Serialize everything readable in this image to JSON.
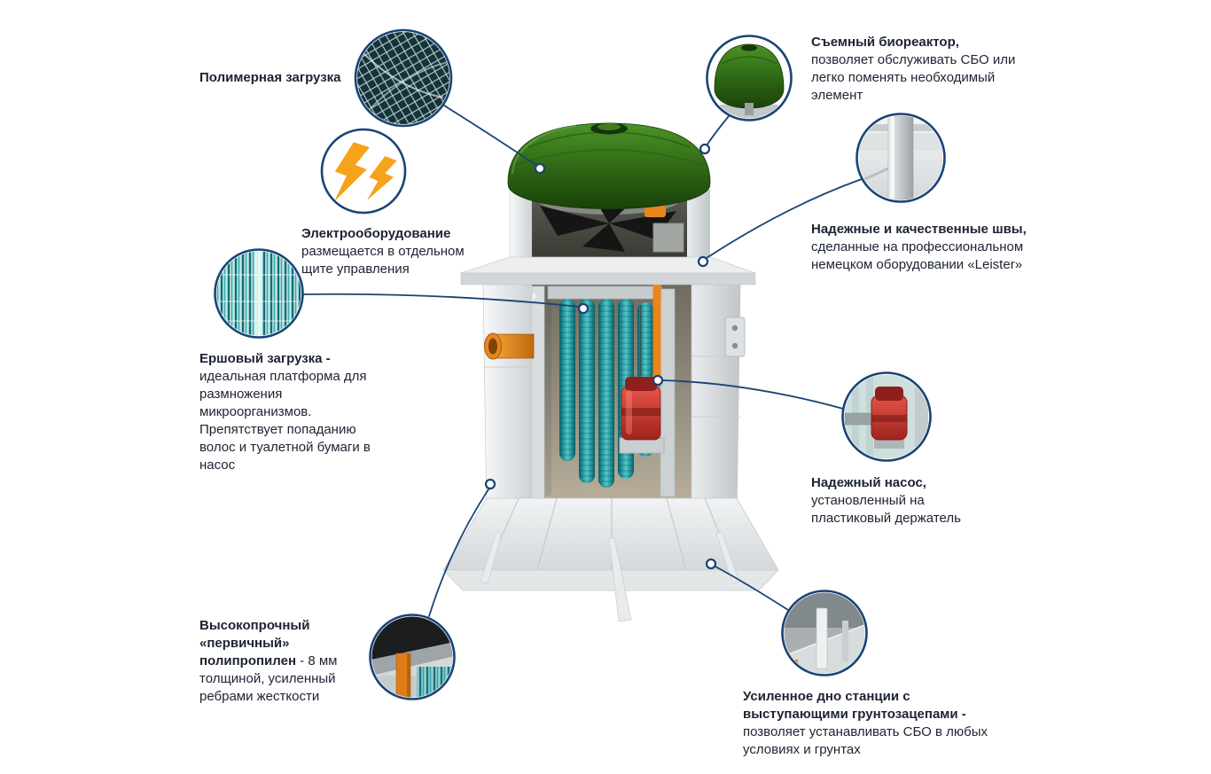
{
  "page": {
    "background": "#ffffff"
  },
  "diagram": {
    "subject": "Схема устройства станции биологической очистки (СБО) — септик в разрезе",
    "colors": {
      "connector_line": "#1a4374",
      "text": "#1c2333",
      "lid_green": "#2f6a15",
      "pipe_orange": "#e8861c",
      "brush_teal": "#1b8d96",
      "pump_red": "#c83a32"
    },
    "callouts": {
      "polymer": {
        "title": "Полимерная загрузка",
        "body": "",
        "icon": "mesh-texture"
      },
      "electrical": {
        "title": "Электрооборудование",
        "body": "размещается в отдельном щите управления",
        "icon": "lightning-bolts"
      },
      "brush": {
        "title": "Ершовый загрузка -",
        "body": "идеальная платформа для размножения микроорганизмов. Препятствует попаданию волос и туалетной бумаги в насос",
        "icon": "brush-strands"
      },
      "polypropylene": {
        "title": "Высокопрочный «первичный» полипропилен",
        "body": "- 8 мм толщиной, усиленный ребрами жесткости",
        "icon": "wall-cutaway"
      },
      "bioreactor": {
        "title": "Съемный биореактор,",
        "body": "позволяет обслуживать СБО или легко поменять необходимый элемент",
        "icon": "green-lid"
      },
      "seams": {
        "title": "Надежные и качественные швы,",
        "body": "сделанные на профессиональном немецком оборудовании «Leister»",
        "icon": "weld-seam"
      },
      "pump": {
        "title": "Надежный насос,",
        "body": "установленный на пластиковый держатель",
        "icon": "red-pump"
      },
      "bottom": {
        "title": "Усиленное дно станции с выступающими грунтозацепами -",
        "body": "позволяет устанавливать СБО в любых условиях и грунтах",
        "icon": "reinforced-bottom"
      }
    }
  }
}
